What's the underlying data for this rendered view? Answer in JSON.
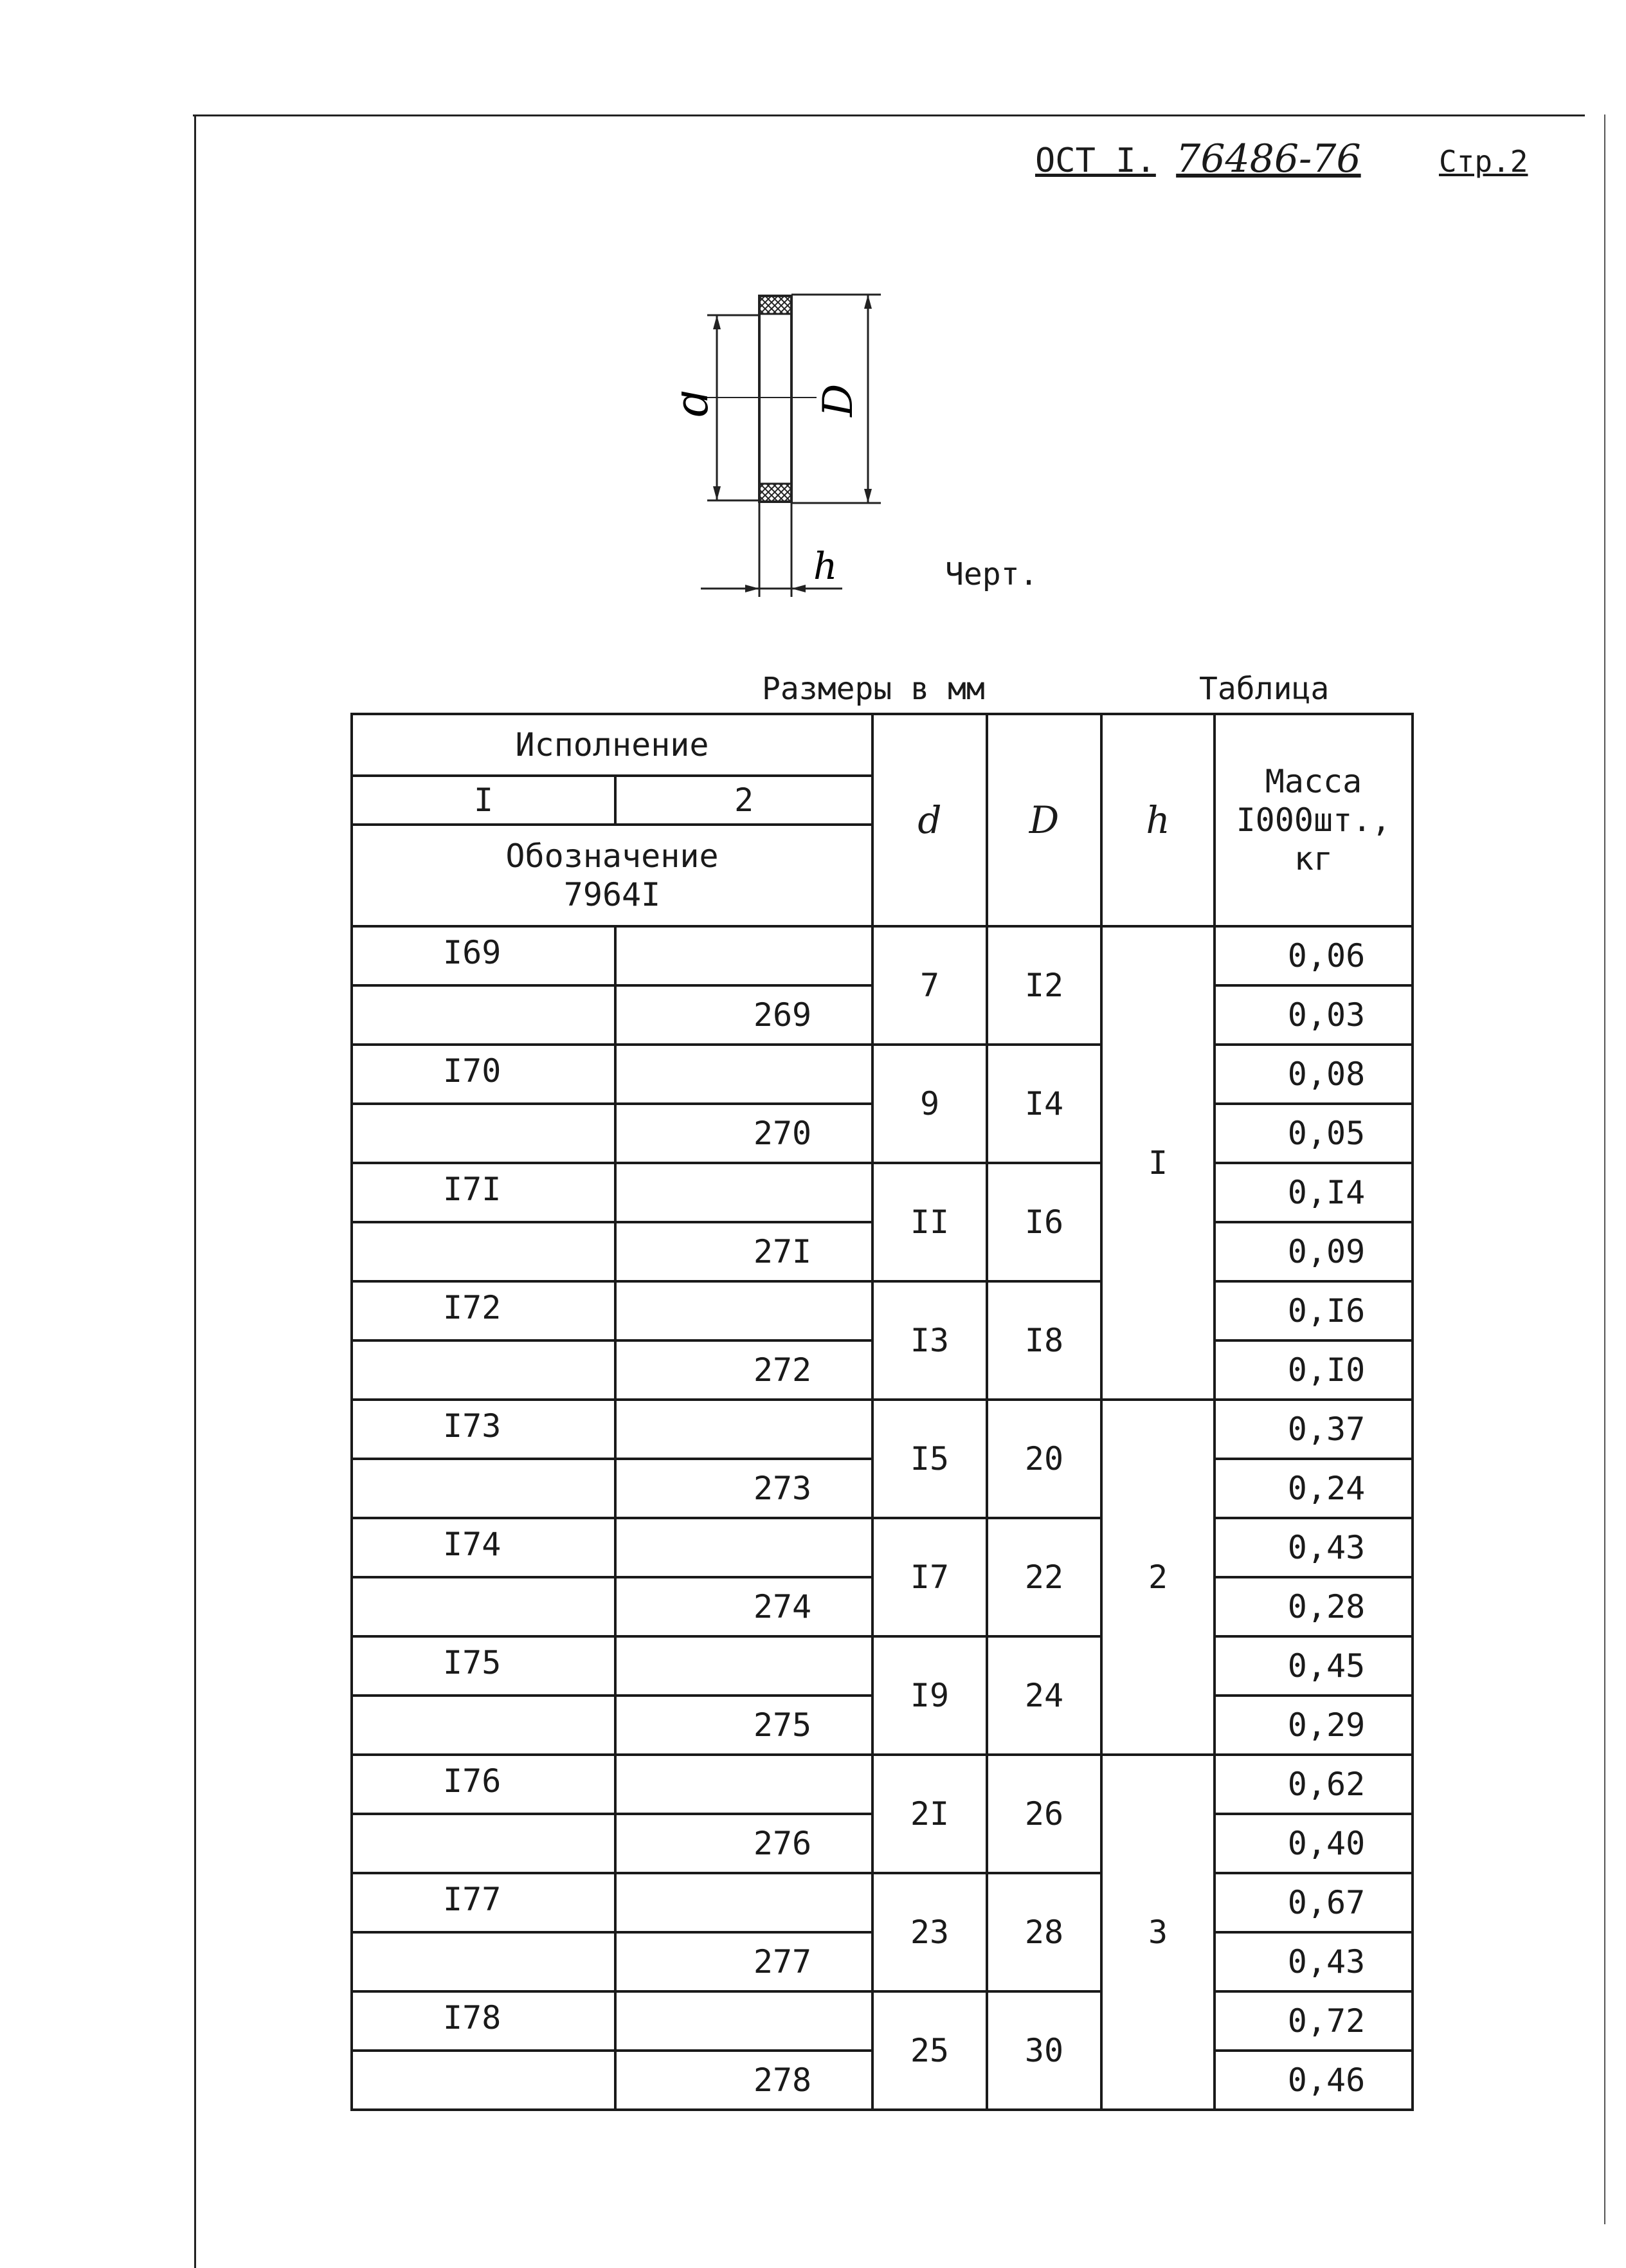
{
  "header": {
    "standard_prefix": "ОСТ I.",
    "standard_number": "76486-76",
    "page_label": "Стр.2"
  },
  "drawing": {
    "label_d": "d",
    "label_D": "D",
    "label_h": "h",
    "caption": "Черт."
  },
  "captions": {
    "dimensions_note": "Размеры в мм",
    "table_label": "Таблица"
  },
  "table": {
    "headers": {
      "execution": "Исполнение",
      "exec_1": "I",
      "exec_2": "2",
      "designation": "Обозначение",
      "designation_code": "7964I",
      "d": "d",
      "D": "D",
      "h": "h",
      "mass_line1": "Масса",
      "mass_line2": "I000шт.,",
      "mass_unit": "кг"
    },
    "groups": [
      {
        "exec1": "I69",
        "exec2": "269",
        "d": "7",
        "D": "I2",
        "mass1": "0,06",
        "mass2": "0,03"
      },
      {
        "exec1": "I70",
        "exec2": "270",
        "d": "9",
        "D": "I4",
        "mass1": "0,08",
        "mass2": "0,05"
      },
      {
        "exec1": "I7I",
        "exec2": "27I",
        "d": "II",
        "D": "I6",
        "mass1": "0,I4",
        "mass2": "0,09"
      },
      {
        "exec1": "I72",
        "exec2": "272",
        "d": "I3",
        "D": "I8",
        "mass1": "0,I6",
        "mass2": "0,I0"
      },
      {
        "exec1": "I73",
        "exec2": "273",
        "d": "I5",
        "D": "20",
        "mass1": "0,37",
        "mass2": "0,24"
      },
      {
        "exec1": "I74",
        "exec2": "274",
        "d": "I7",
        "D": "22",
        "mass1": "0,43",
        "mass2": "0,28"
      },
      {
        "exec1": "I75",
        "exec2": "275",
        "d": "I9",
        "D": "24",
        "mass1": "0,45",
        "mass2": "0,29"
      },
      {
        "exec1": "I76",
        "exec2": "276",
        "d": "2I",
        "D": "26",
        "mass1": "0,62",
        "mass2": "0,40"
      },
      {
        "exec1": "I77",
        "exec2": "277",
        "d": "23",
        "D": "28",
        "mass1": "0,67",
        "mass2": "0,43"
      },
      {
        "exec1": "I78",
        "exec2": "278",
        "d": "25",
        "D": "30",
        "mass1": "0,72",
        "mass2": "0,46"
      }
    ],
    "h_groups": [
      "I",
      "2",
      "3"
    ]
  }
}
